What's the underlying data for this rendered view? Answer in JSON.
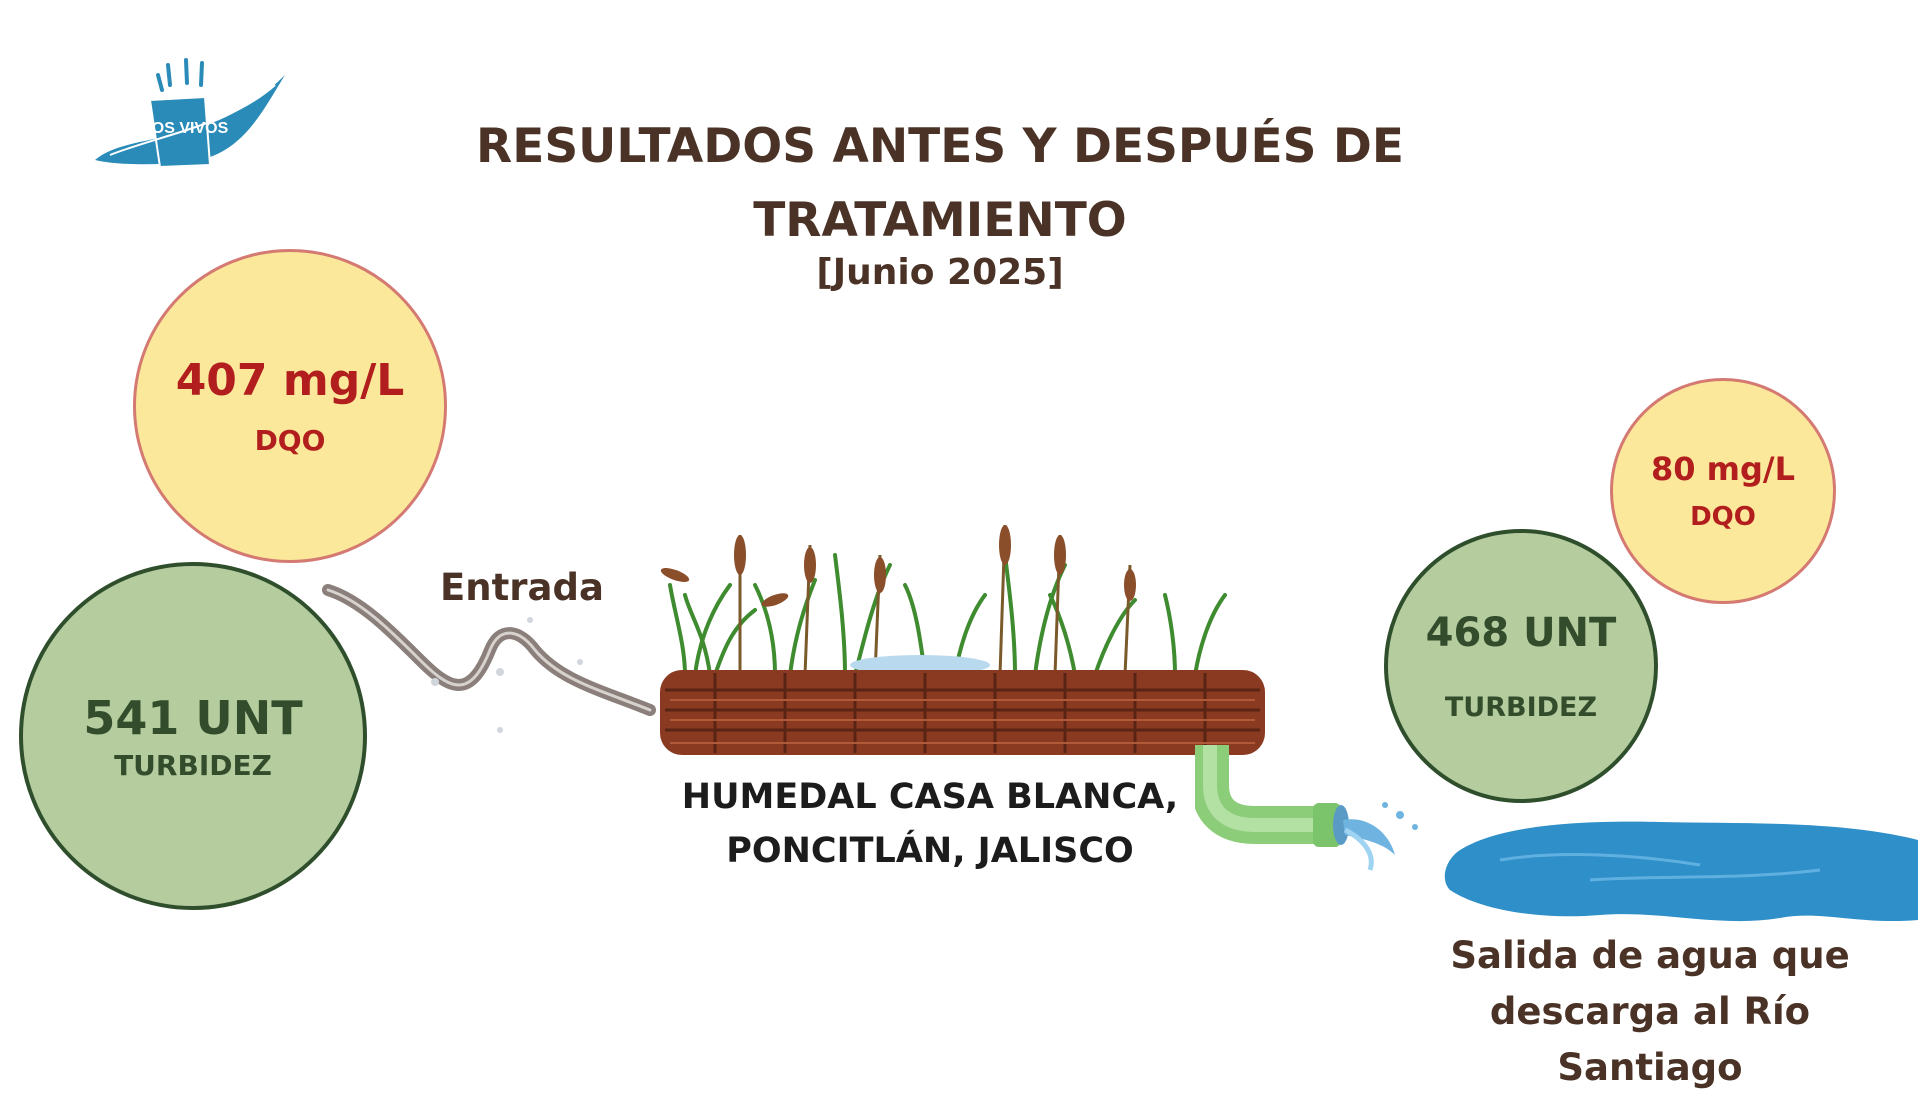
{
  "title_line1": "RESULTADOS ANTES Y DESPUÉS DE",
  "title_line2": "TRATAMIENTO",
  "subtitle": "[Junio 2025]",
  "logo_text": "RÍOS VIVOS",
  "entrada": {
    "dqo": {
      "value": "407 mg/L",
      "label": "DQO"
    },
    "turbidez": {
      "value": "541 UNT",
      "label": "TURBIDEZ"
    },
    "label": "Entrada"
  },
  "salida": {
    "dqo": {
      "value": "80 mg/L",
      "label": "DQO"
    },
    "turbidez": {
      "value": "468 UNT",
      "label": "TURBIDEZ"
    },
    "label_line1": "Salida de agua que",
    "label_line2": "descarga al Río Santiago"
  },
  "wetland_line1": "HUMEDAL CASA BLANCA,",
  "wetland_line2": "PONCITLÁN, JALISCO",
  "colors": {
    "yellow_fill": "#fbe89a",
    "green_fill": "#b5cc9f",
    "red_text": "#b21d1d",
    "green_text": "#334d2c",
    "brown_text": "#4a3326",
    "water": "#2f8fc8"
  }
}
